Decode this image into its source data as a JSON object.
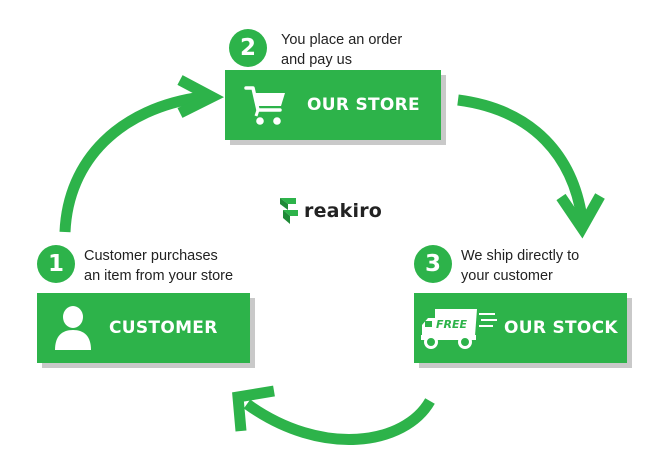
{
  "colors": {
    "accent": "#2db34a",
    "shadow": "#c9c9c9",
    "text": "#222222"
  },
  "logo": {
    "text": "reakiro",
    "icon": "reakiro-logo-icon"
  },
  "steps": [
    {
      "number": "1",
      "caption": "Customer purchases\nan item from your store",
      "label": "CUSTOMER",
      "icon": "user-icon"
    },
    {
      "number": "2",
      "caption": "You place an order\nand pay us",
      "label": "OUR STORE",
      "icon": "shopping-cart-icon"
    },
    {
      "number": "3",
      "caption": "We ship directly to\nyour customer",
      "label": "OUR STOCK",
      "icon": "delivery-truck-icon",
      "icon_text": "FREE"
    }
  ]
}
